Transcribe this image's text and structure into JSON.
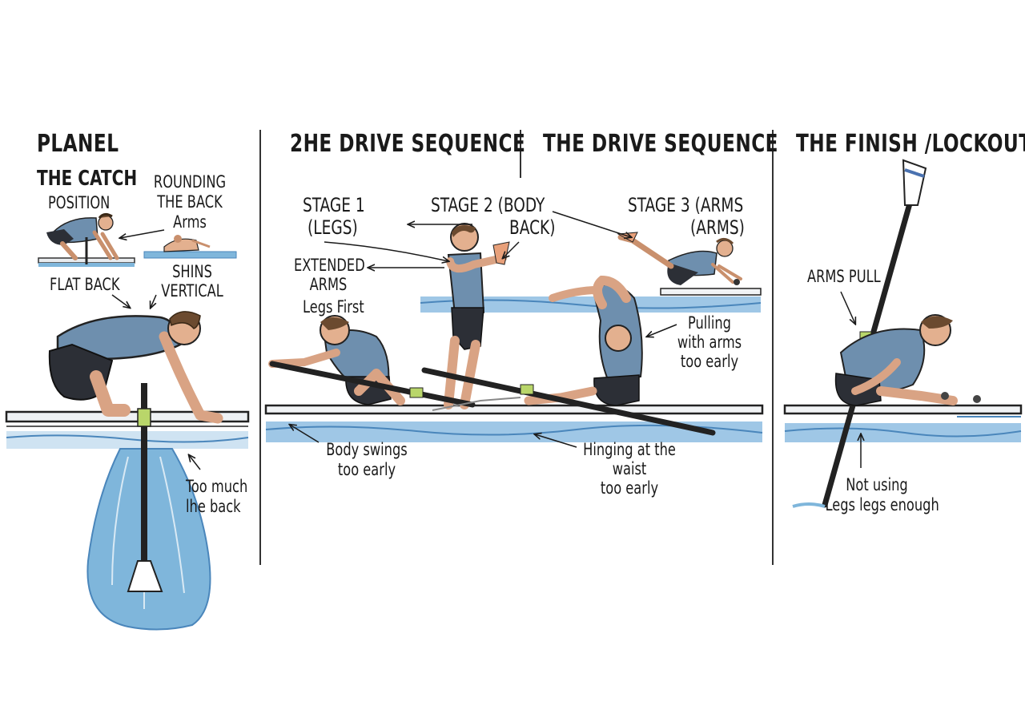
{
  "colors": {
    "ink": "#1a1a1a",
    "water": "#7fb6db",
    "water_dark": "#4a86bb",
    "jersey": "#6e8fae",
    "shorts": "#2c2f36",
    "skin": "#e3b08f",
    "oar_collar": "#b9d66a"
  },
  "panel1": {
    "title": "PLANEL",
    "catch_title": "THE CATCH",
    "catch_sub": "POSITION",
    "rounding_1": "ROUNDING",
    "rounding_2": "THE BACK",
    "rounding_3": "Arms",
    "flat_back": "FLAT BACK",
    "shins_1": "SHINS",
    "shins_2": "VERTICAL",
    "too_much_1": "Too much",
    "too_much_2": "lhe back"
  },
  "panel2": {
    "title_a": "2HE DRIVE SEQUENCE",
    "title_b": "THE DRIVE SEQUENCE",
    "stage1_1": "STAGE 1",
    "stage1_2": "(LEGS)",
    "stage2_1": "STAGE 2 (BODY",
    "stage2_2": "BACK)",
    "stage3_1": "STAGE 3 (ARMS",
    "stage3_2": "(ARMS)",
    "extended_1": "EXTENDED",
    "extended_2": "ARMS",
    "legs_first": "Legs First",
    "pulling_1": "Pulling",
    "pulling_2": "with arms",
    "pulling_3": "too early",
    "body_swings_1": "Body swings",
    "body_swings_2": "too early",
    "hinging_1": "Hinging at the",
    "hinging_2": "waist",
    "hinging_3": "too early"
  },
  "panel3": {
    "title": "THE FINISH /LOCKOUT",
    "arms_pull": "ARMS PULL",
    "not_using_1": "Not using",
    "not_using_2": "Legs legs enough"
  }
}
